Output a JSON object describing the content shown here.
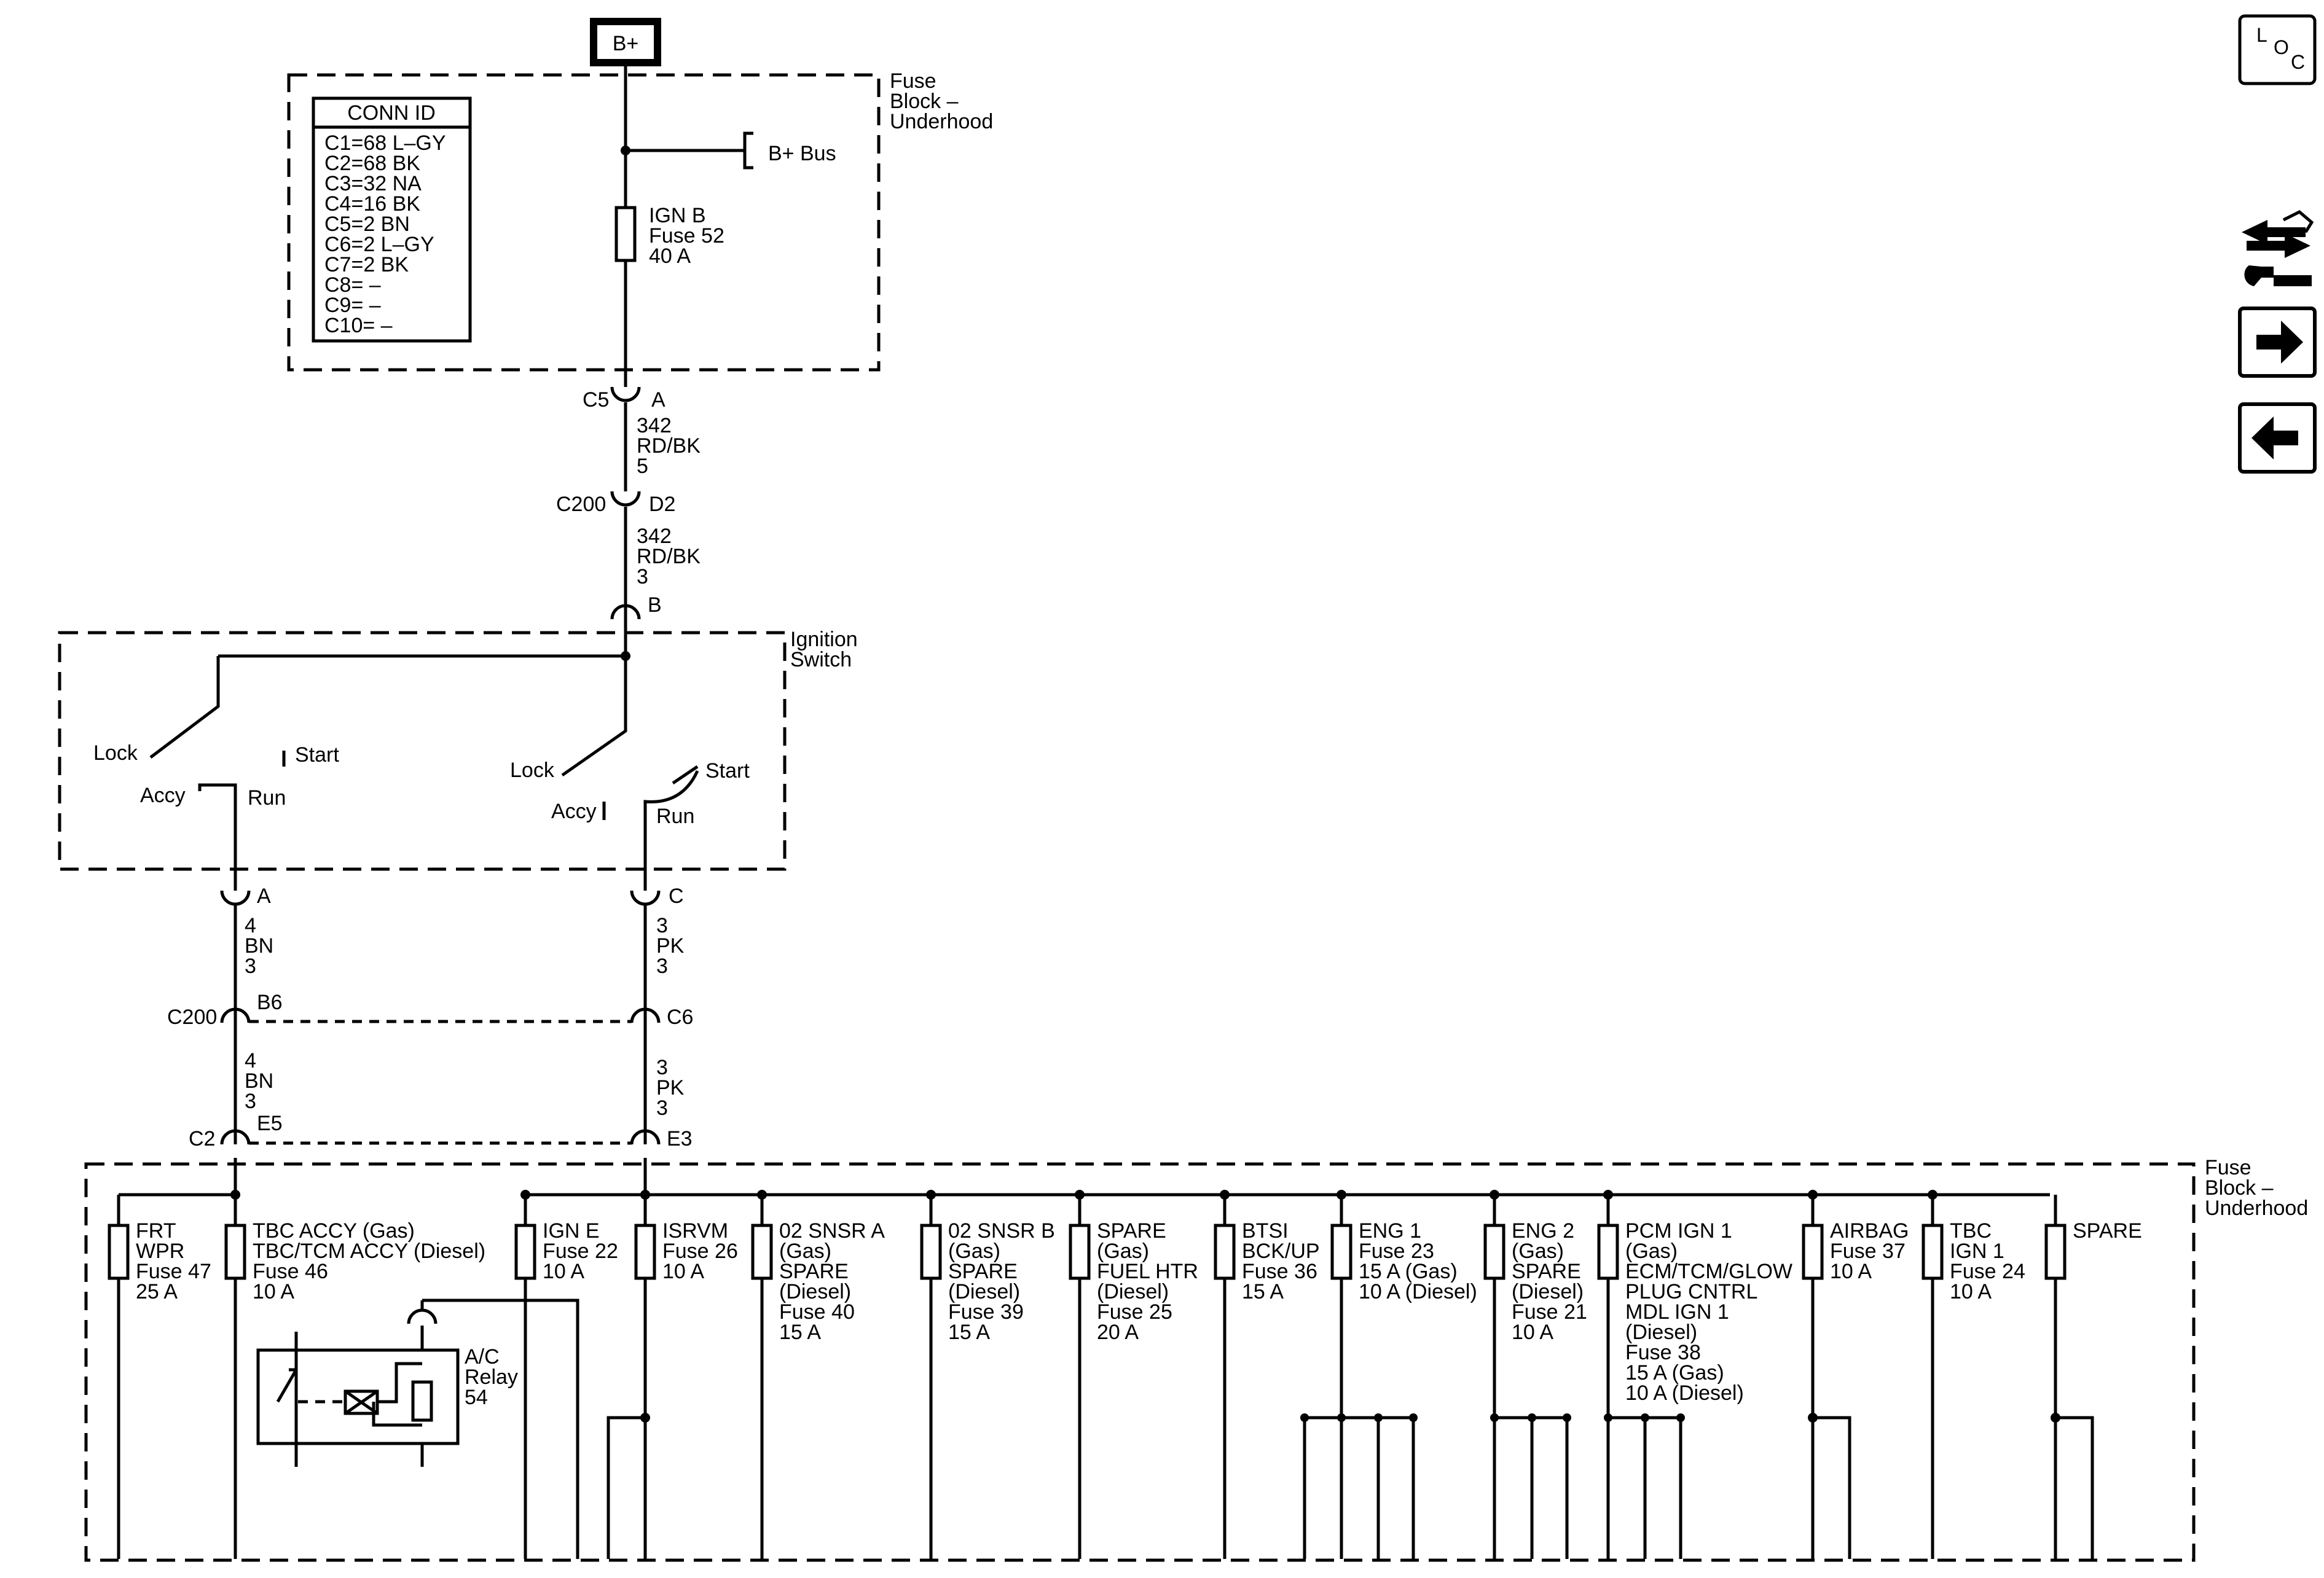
{
  "power": {
    "bplus": "B+",
    "bus": "B+ Bus"
  },
  "fuse_block_top": {
    "label": [
      "Fuse",
      "Block –",
      "Underhood"
    ]
  },
  "conn_id": {
    "title": "CONN ID",
    "rows": [
      "C1=68 L–GY",
      "C2=68 BK",
      "C3=32 NA",
      "C4=16 BK",
      "C5=2 BN",
      "C6=2 L–GY",
      "C7=2 BK",
      "C8= –",
      "C9= –",
      "C10= –"
    ]
  },
  "ign_b_fuse": [
    "IGN B",
    "Fuse 52",
    "40 A"
  ],
  "connectors": {
    "c5": "C5",
    "c5_pin": "A",
    "c200a": "C200",
    "c200a_pin": "D2",
    "sw_in_pin": "B",
    "sw_out_left": "A",
    "sw_out_right": "C",
    "c200b": "C200",
    "c200b_left_pin": "B6",
    "c200b_right_pin": "C6",
    "c2": "C2",
    "c2_left_pin": "E5",
    "c2_right_pin": "E3"
  },
  "wires": {
    "w1": [
      "342",
      "RD/BK",
      "5"
    ],
    "w2": [
      "342",
      "RD/BK",
      "3"
    ],
    "w_left1": [
      "4",
      "BN",
      "3"
    ],
    "w_right1": [
      "3",
      "PK",
      "3"
    ],
    "w_left2": [
      "4",
      "BN",
      "3"
    ],
    "w_right2": [
      "3",
      "PK",
      "3"
    ]
  },
  "ignition_switch": {
    "label": [
      "Ignition",
      "Switch"
    ],
    "left": {
      "lock": "Lock",
      "start": "Start",
      "accy": "Accy",
      "run": "Run"
    },
    "right": {
      "lock": "Lock",
      "start": "Start",
      "accy": "Accy",
      "run": "Run"
    }
  },
  "fuse_block_bottom": {
    "label": [
      "Fuse",
      "Block –",
      "Underhood"
    ]
  },
  "ac_relay": [
    "A/C",
    "Relay",
    "54"
  ],
  "fuses": [
    {
      "lines": [
        "FRT",
        "WPR",
        "Fuse 47",
        "25 A"
      ]
    },
    {
      "lines": [
        "TBC ACCY (Gas)",
        "TBC/TCM ACCY (Diesel)",
        "Fuse 46",
        "10 A"
      ]
    },
    {
      "lines": [
        "IGN E",
        "Fuse 22",
        "10 A"
      ]
    },
    {
      "lines": [
        "ISRVM",
        "Fuse 26",
        "10 A"
      ]
    },
    {
      "lines": [
        "02 SNSR A",
        "(Gas)",
        "SPARE",
        "(Diesel)",
        "Fuse 40",
        "15 A"
      ]
    },
    {
      "lines": [
        "02 SNSR B",
        "(Gas)",
        "SPARE",
        "(Diesel)",
        "Fuse 39",
        "15 A"
      ]
    },
    {
      "lines": [
        "SPARE",
        "(Gas)",
        "FUEL HTR",
        "(Diesel)",
        "Fuse 25",
        "20 A"
      ]
    },
    {
      "lines": [
        "BTSI",
        "BCK/UP",
        "Fuse 36",
        "15 A"
      ]
    },
    {
      "lines": [
        "ENG 1",
        "Fuse 23",
        "15 A (Gas)",
        "10 A (Diesel)"
      ]
    },
    {
      "lines": [
        "ENG 2",
        "(Gas)",
        "SPARE",
        "(Diesel)",
        "Fuse 21",
        "10 A"
      ]
    },
    {
      "lines": [
        "PCM IGN 1",
        "(Gas)",
        "ECM/TCM/GLOW",
        "PLUG CNTRL",
        "MDL IGN 1",
        "(Diesel)",
        "Fuse 38",
        "15 A (Gas)",
        "10 A (Diesel)"
      ]
    },
    {
      "lines": [
        "AIRBAG",
        "Fuse 37",
        "10 A"
      ]
    },
    {
      "lines": [
        "TBC",
        "IGN 1",
        "Fuse 24",
        "10 A"
      ]
    },
    {
      "lines": [
        "SPARE"
      ]
    }
  ],
  "nav": {
    "loc_l": "L",
    "loc_o": "O",
    "loc_c": "C"
  },
  "icons": [
    "loc-icon",
    "connector-wrench-icon",
    "arrow-right-icon",
    "arrow-left-icon"
  ]
}
